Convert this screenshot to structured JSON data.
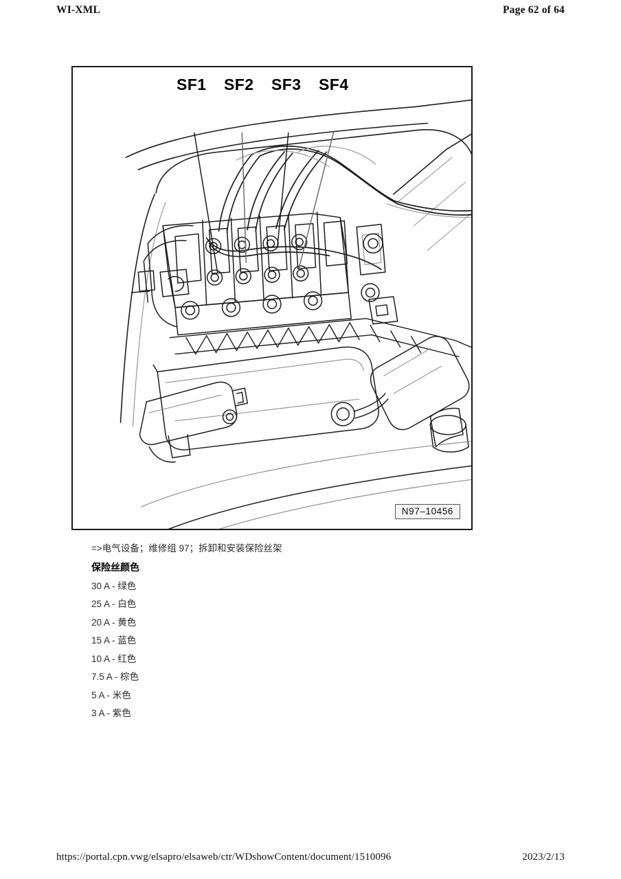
{
  "header": {
    "left_title": "WI-XML",
    "page_indicator": "Page 62 of 64"
  },
  "figure": {
    "reference_number": "N97–10456",
    "callouts": [
      {
        "label": "SF1"
      },
      {
        "label": "SF2"
      },
      {
        "label": "SF3"
      },
      {
        "label": "SF4"
      }
    ],
    "description": "line-drawing of vehicle fuse and relay carrier with wiring harness"
  },
  "caption": {
    "cross_reference": "=>电气设备；维修组 97；拆卸和安装保险丝架",
    "list_heading": "保险丝颜色",
    "fuse_colors": [
      "30 A - 绿色",
      "25 A - 白色",
      "20 A - 黄色",
      "15 A - 蓝色",
      "10 A - 红色",
      "7.5 A - 棕色",
      "5 A - 米色",
      "3 A - 紫色"
    ]
  },
  "footer": {
    "url": "https://portal.cpn.vwg/elsapro/elsaweb/ctr/WDshowContent/document/1510096",
    "date": "2023/2/13"
  }
}
